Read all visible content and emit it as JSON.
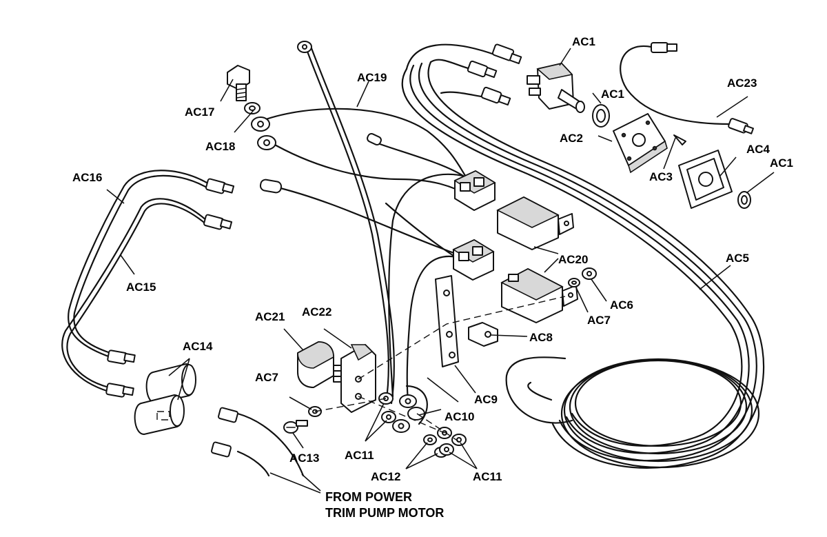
{
  "labels": {
    "ac1_top": "AC1",
    "ac1_mid": "AC1",
    "ac1_right": "AC1",
    "ac2": "AC2",
    "ac3": "AC3",
    "ac4": "AC4",
    "ac5": "AC5",
    "ac6": "AC6",
    "ac7_right": "AC7",
    "ac7_left": "AC7",
    "ac8": "AC8",
    "ac9": "AC9",
    "ac10": "AC10",
    "ac11_left": "AC11",
    "ac11_right": "AC11",
    "ac12": "AC12",
    "ac13": "AC13",
    "ac14": "AC14",
    "ac15": "AC15",
    "ac16": "AC16",
    "ac17": "AC17",
    "ac18": "AC18",
    "ac19": "AC19",
    "ac20": "AC20",
    "ac21": "AC21",
    "ac22": "AC22",
    "ac23": "AC23"
  },
  "caption": {
    "line1": "FROM POWER",
    "line2": "TRIM PUMP MOTOR"
  }
}
